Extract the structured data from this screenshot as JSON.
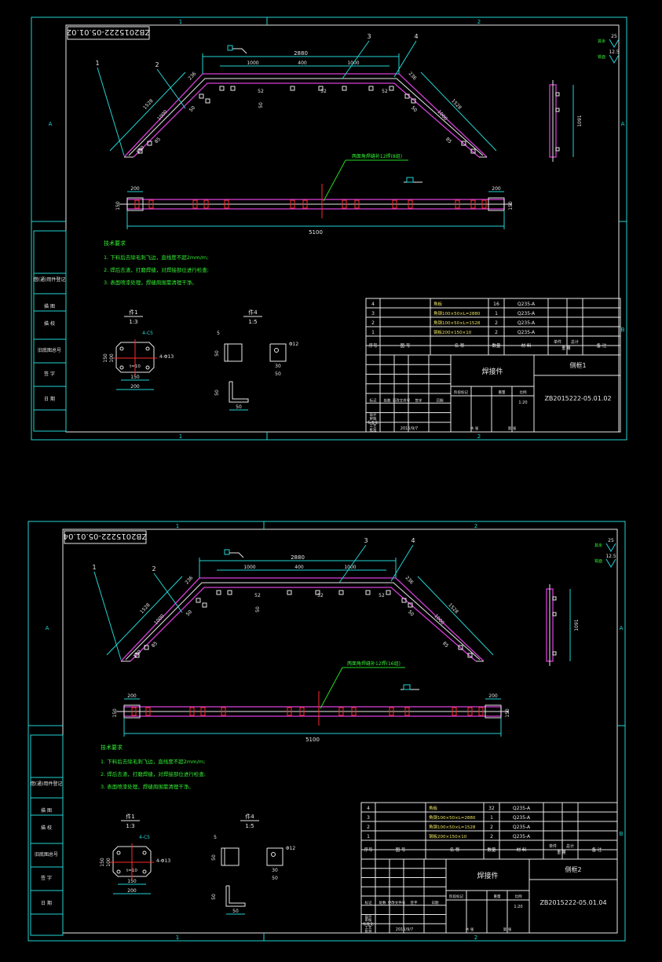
{
  "sheets": [
    {
      "drawing_no_rotated": "ZB2015222-05.01.02",
      "drawing_no": "ZB2015222-05.01.02",
      "name": "焊接件",
      "part_name": "侧框1",
      "scale": "1:20",
      "weld_note": "两面角焊缝补12焊(8组)",
      "date": "2015/9/7",
      "bom": [
        {
          "no": "4",
          "desc": "角板",
          "qty": "16",
          "mat": "Q235-A"
        },
        {
          "no": "3",
          "desc": "角钢100×50×L=2880",
          "qty": "1",
          "mat": "Q235-A"
        },
        {
          "no": "2",
          "desc": "角钢100×50×L=1528",
          "qty": "2",
          "mat": "Q235-A"
        },
        {
          "no": "1",
          "desc": "钢板200×150×10",
          "qty": "2",
          "mat": "Q235-A"
        }
      ]
    },
    {
      "drawing_no_rotated": "ZB2015222-05.01.04",
      "drawing_no": "ZB2015222-05.01.04",
      "name": "焊接件",
      "part_name": "侧框2",
      "scale": "1:20",
      "weld_note": "两面角焊缝补12焊(16组)",
      "date": "2015/9/7",
      "bom": [
        {
          "no": "4",
          "desc": "角板",
          "qty": "32",
          "mat": "Q235-A"
        },
        {
          "no": "3",
          "desc": "角钢100×50×L=2880",
          "qty": "1",
          "mat": "Q235-A"
        },
        {
          "no": "2",
          "desc": "角钢100×50×L=1528",
          "qty": "2",
          "mat": "Q235-A"
        },
        {
          "no": "1",
          "desc": "钢板200×150×10",
          "qty": "2",
          "mat": "Q235-A"
        }
      ]
    }
  ],
  "common": {
    "zone_1": "1",
    "zone_2": "2",
    "zone_A": "A",
    "zone_B": "B",
    "balloons": [
      "1",
      "2",
      "3",
      "4"
    ],
    "dims": {
      "top_total": "2880",
      "top_seg1": "1000",
      "top_seg2": "400",
      "top_seg3": "1000",
      "slant": "1528",
      "slant_inner": "1000",
      "slant_end": "236",
      "d52": "52",
      "d50": "50",
      "d85": "85",
      "d180": "180",
      "bottom_total": "5100",
      "d200": "200",
      "d150": "150",
      "side_height": "1091"
    },
    "roughness": {
      "r1": "25",
      "r2": "12.5",
      "label1": "其余",
      "label2": "铣面"
    },
    "tech_title": "技术要求",
    "tech_items": [
      "1. 下料后去除毛刺飞边，直线度不超2mm/m;",
      "2. 焊后去渣，打磨焊缝，对焊接部位进行检查;",
      "3. 表面喷漆处理，焊缝周围需清理干净。"
    ],
    "part1_title": "件1",
    "part1_scale": "1:3",
    "part1_chamfer": "4-C5",
    "part1_holes": "4-Φ13",
    "part1_thk": "t=10",
    "part1_w1": "150",
    "part1_w2": "200",
    "part1_h1": "150",
    "part1_h2": "100",
    "part4_title": "件4",
    "part4_scale": "1:5",
    "part4_a": "5",
    "part4_b": "50",
    "part4_c": "30",
    "part4_d": "50",
    "part4_hole": "Φ12",
    "left_stamps": [
      "借(通)用件登记",
      "描 图",
      "描 校",
      "旧底图总号",
      "签 字",
      "日 期"
    ],
    "bom_headers": [
      "序号",
      "图 号",
      "名 称",
      "数量",
      "材 料",
      "单件",
      "总计",
      "备 注"
    ],
    "bom_weight": "重 量",
    "title_small": [
      "标记",
      "处数",
      "更改文件号",
      "签字",
      "日期"
    ],
    "title_roles": [
      "设计",
      "审核",
      "标准化",
      "工艺",
      "批准"
    ],
    "title_cells": [
      "阶段标记",
      "重量",
      "比例",
      "共  张",
      "第  张"
    ]
  }
}
